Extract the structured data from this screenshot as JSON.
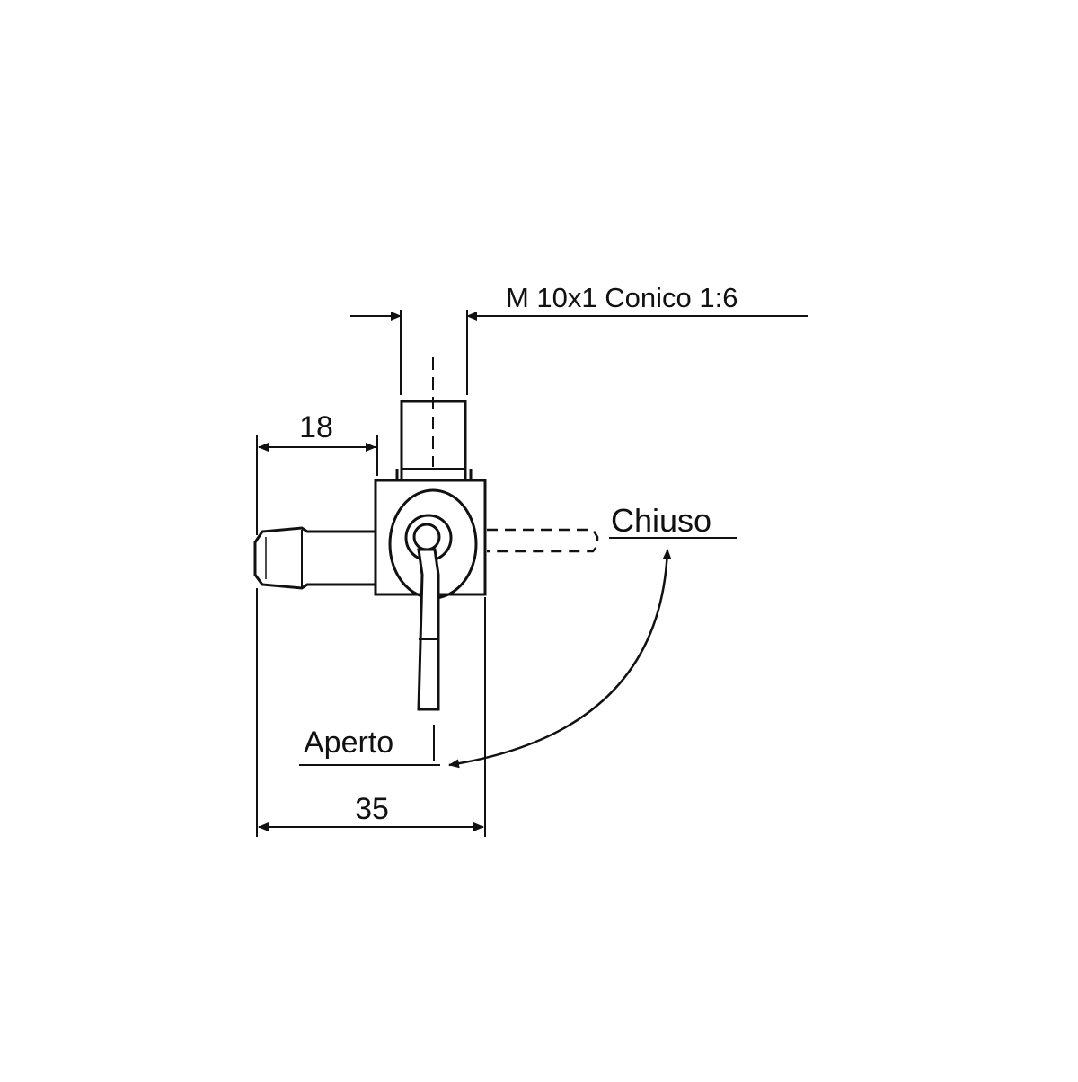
{
  "labels": {
    "thread_spec": "M 10x1 Conico 1:6",
    "dim_hose": "18",
    "dim_total": "35",
    "position_closed": "Chiuso",
    "position_open": "Aperto"
  },
  "colors": {
    "line": "#111111",
    "background": "#ffffff"
  }
}
